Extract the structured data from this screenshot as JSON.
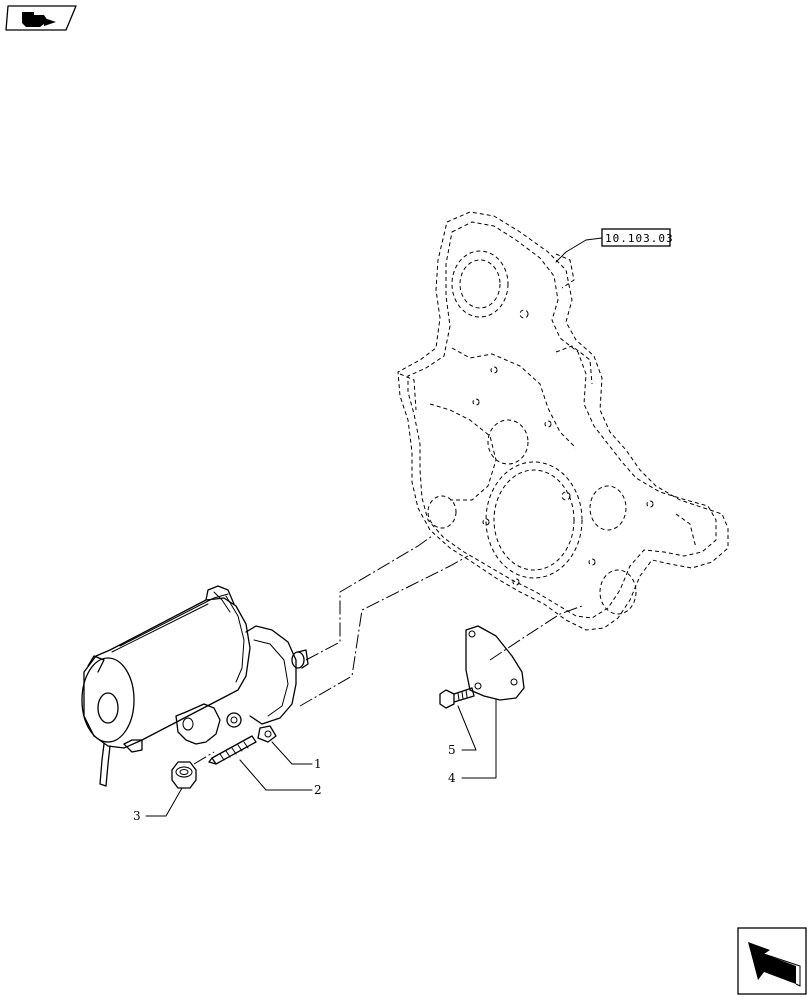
{
  "diagram": {
    "reference_box": {
      "text": "10.103.03"
    },
    "callouts": [
      {
        "id": "1",
        "text": "1"
      },
      {
        "id": "2",
        "text": "2"
      },
      {
        "id": "3",
        "text": "3"
      },
      {
        "id": "4",
        "text": "4"
      },
      {
        "id": "5",
        "text": "5"
      }
    ]
  },
  "icons": {
    "top_left": "tractor-badge-icon",
    "bottom_right": "next-page-arrow-icon"
  }
}
